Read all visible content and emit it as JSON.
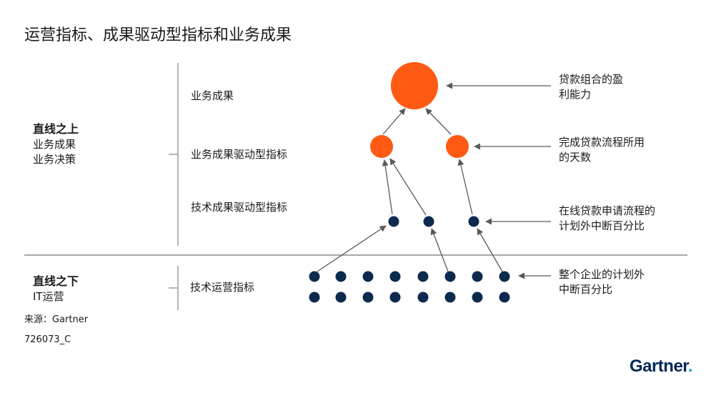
{
  "title": "运营指标、成果驱动型指标和业务成果",
  "above": {
    "title": "直线之上",
    "lines": [
      "业务成果",
      "业务决策"
    ]
  },
  "below": {
    "title": "直线之下",
    "lines": [
      "IT运营"
    ]
  },
  "levels": [
    "业务成果",
    "业务成果驱动型指标",
    "技术成果驱动型指标",
    "技术运营指标"
  ],
  "annotations": [
    {
      "lines": [
        "贷款组合的盈",
        "利能力"
      ]
    },
    {
      "lines": [
        "完成贷款流程所用",
        "的天数"
      ]
    },
    {
      "lines": [
        "在线贷款申请流程的",
        "计划外中断百分比"
      ]
    },
    {
      "lines": [
        "整个企业的计划外",
        "中断百分比"
      ]
    }
  ],
  "source": "来源：Gartner",
  "code": "726073_C",
  "logo": {
    "text": "Gartner",
    "dot": "."
  },
  "colors": {
    "orange": "#FF5A14",
    "navy": "#0B2A4E",
    "arrow": "#595959",
    "divider": "#8c8c8c"
  }
}
